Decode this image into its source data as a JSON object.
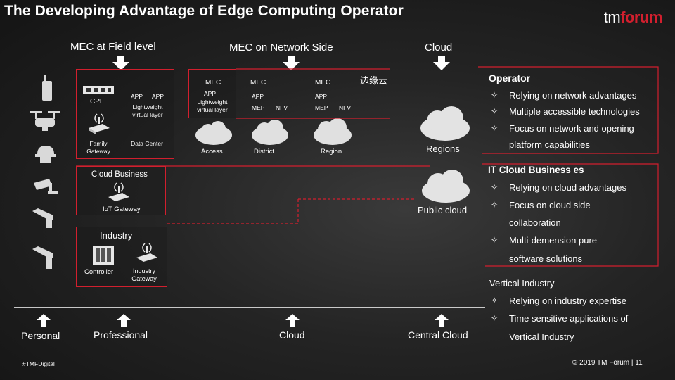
{
  "header": {
    "title": "The Developing Advantage of Edge Computing Operator",
    "logo_prefix": "tm",
    "logo_suffix": "forum"
  },
  "columns": {
    "field": "MEC at Field level",
    "network": "MEC on Network Side",
    "cloud": "Cloud"
  },
  "field_box": {
    "cpe": "CPE",
    "app1": "APP",
    "app2": "APP",
    "lightweight": "Lightweight virtual layer",
    "family_gateway": "Family Gateway",
    "data_center": "Data Center"
  },
  "network_box": {
    "mec1": "MEC",
    "app1": "APP",
    "lightweight": "Lightweight virtual layer",
    "access": "Access",
    "mec2": "MEC",
    "app2": "APP",
    "mep2": "MEP",
    "nfv2": "NFV",
    "district": "District",
    "mec3": "MEC",
    "app3": "APP",
    "mep3": "MEP",
    "nfv3": "NFV",
    "region": "Region",
    "edge_cloud": "边缘云",
    "regions": "Regions"
  },
  "cloud_business": {
    "label": "Cloud Business",
    "iot_gateway": "IoT Gateway",
    "public_cloud": "Public cloud"
  },
  "industry": {
    "label": "Industry",
    "controller": "Controller",
    "industry_gateway": "Industry Gateway"
  },
  "bottom": {
    "personal": "Personal",
    "professional": "Professional",
    "cloud": "Cloud",
    "central_cloud": "Central Cloud"
  },
  "right_panel": {
    "operator_title": "Operator",
    "operator_items": [
      "Relying on network advantages",
      "Multiple accessible technologies",
      "Focus on network and opening",
      "platform capabilities"
    ],
    "it_title": "IT Cloud Business es",
    "it_items": [
      "Relying on cloud advantages",
      "Focus on cloud side",
      "collaboration",
      "Multi-demension pure",
      "software solutions"
    ],
    "vertical_title": "Vertical Industry",
    "vertical_items": [
      "Relying on industry expertise",
      "Time sensitive applications of",
      "Vertical Industry"
    ]
  },
  "footer": {
    "hashtag": "#TMFDigital",
    "copyright": "© 2019 TM Forum | 11"
  },
  "colors": {
    "accent": "#d21f2e",
    "text": "#ffffff",
    "icon": "#d9d9d9"
  }
}
